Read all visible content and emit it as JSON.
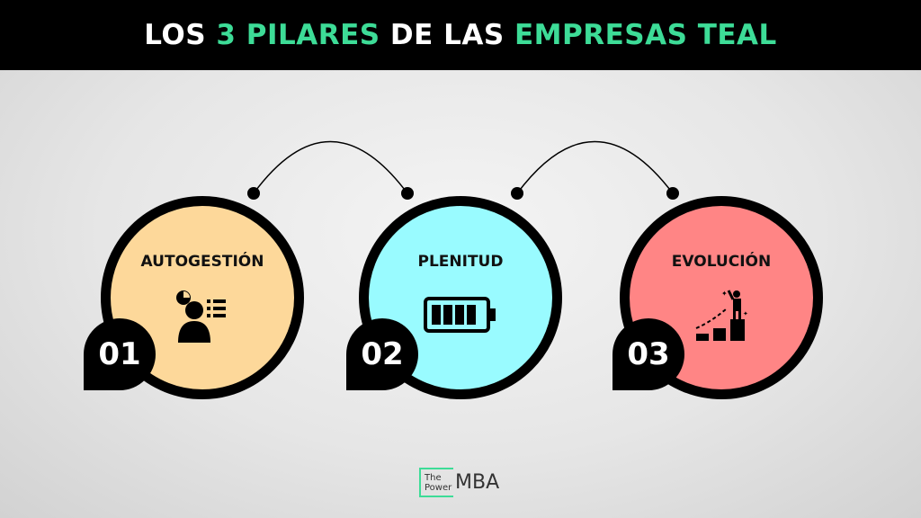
{
  "title": {
    "part1": "LOS ",
    "part2": "3 PILARES",
    "part3": " DE LAS ",
    "part4": "EMPRESAS TEAL"
  },
  "colors": {
    "accent": "#3ddc97",
    "pillar1": "#fdd89a",
    "pillar2": "#99fbff",
    "pillar3": "#ff8585"
  },
  "pillars": [
    {
      "number": "01",
      "label": "AUTOGESTIÓN",
      "icon": "person-checklist-icon"
    },
    {
      "number": "02",
      "label": "PLENITUD",
      "icon": "full-battery-icon"
    },
    {
      "number": "03",
      "label": "EVOLUCIÓN",
      "icon": "growth-steps-icon"
    }
  ],
  "logo": {
    "line1": "The",
    "line2": "Power",
    "mba": "MBA"
  }
}
